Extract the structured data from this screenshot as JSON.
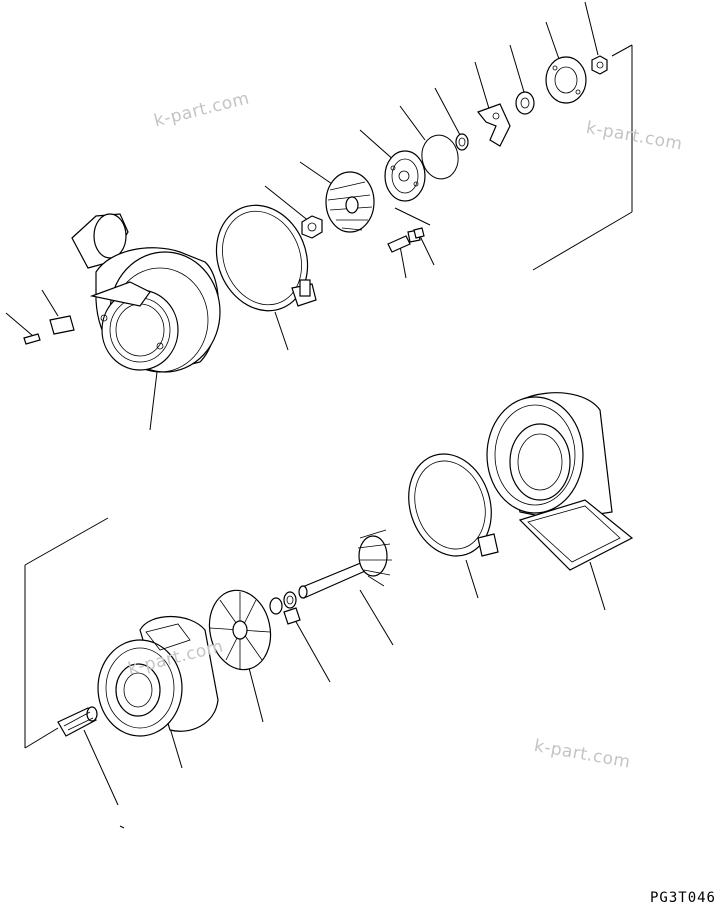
{
  "watermarks": [
    "k-part.com",
    "k-part.com",
    "k-part.com",
    "k-part.com"
  ],
  "drawing_code": "PG3T046"
}
